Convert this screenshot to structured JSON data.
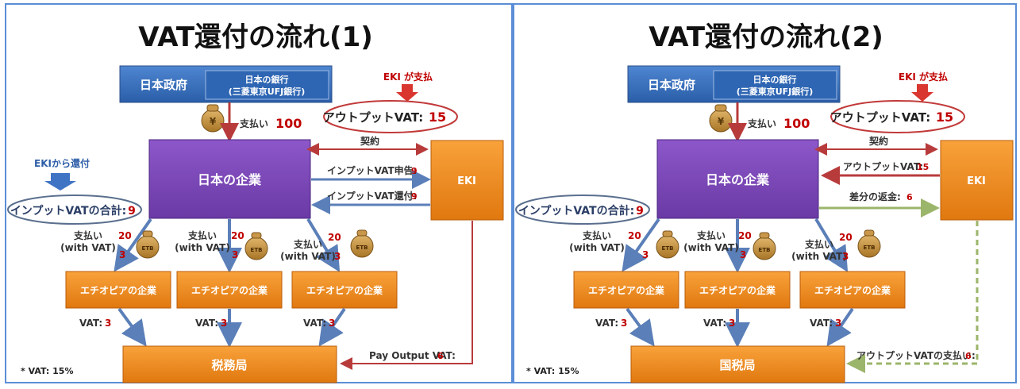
{
  "left": {
    "title": "VAT還付の流れ(1)",
    "govt": "日本政府",
    "bank_line1": "日本の銀行",
    "bank_line2": "(三菱東京UFJ銀行)",
    "eki_pays": "EKI が支払",
    "payment_label": "支払い",
    "payment_amount": "100",
    "output_vat_label": "アウトプットVAT:",
    "output_vat_value": "15",
    "contract": "契約",
    "japan_company": "日本の企業",
    "eki": "EKI",
    "arrow_mid_1": "インプットVAT申告:",
    "arrow_mid_1_val": "9",
    "arrow_mid_2": "インプットVAT還付:",
    "arrow_mid_2_val": "9",
    "refund_from_eki": "EKIから還付",
    "input_vat_total_label": "インプットVATの合計:",
    "input_vat_total_value": "9",
    "payments": [
      {
        "line1": "支払い",
        "line2": "(with VAT)",
        "amt": "20",
        "vat": "3"
      },
      {
        "line1": "支払い",
        "line2": "(with VAT)",
        "amt": "20",
        "vat": "3"
      },
      {
        "line1": "支払い",
        "line2": "(with VAT)",
        "amt": "20",
        "vat": "3"
      }
    ],
    "etb": "ETB",
    "ethiopian_company": "エチオピアの企業",
    "vat_label": "VAT:",
    "vat_value": "3",
    "tax_office": "税務局",
    "bottom_arrow_label": "Pay Output VAT:",
    "bottom_arrow_value": "6",
    "footnote": "* VAT: 15%"
  },
  "right": {
    "title": "VAT還付の流れ(2)",
    "govt": "日本政府",
    "bank_line1": "日本の銀行",
    "bank_line2": "(三菱東京UFJ銀行)",
    "eki_pays": "EKI が支払",
    "payment_label": "支払い",
    "payment_amount": "100",
    "output_vat_label": "アウトプットVAT:",
    "output_vat_value": "15",
    "contract": "契約",
    "japan_company": "日本の企業",
    "eki": "EKI",
    "arrow_mid_1": "アウトプットVAT:",
    "arrow_mid_1_val": "15",
    "arrow_mid_2": "差分の返金:",
    "arrow_mid_2_val": "6",
    "input_vat_total_label": "インプットVATの合計:",
    "input_vat_total_value": "9",
    "payments": [
      {
        "line1": "支払い",
        "line2": "(with VAT)",
        "amt": "20",
        "vat": "3"
      },
      {
        "line1": "支払い",
        "line2": "(with VAT)",
        "amt": "20",
        "vat": "3"
      },
      {
        "line1": "支払い",
        "line2": "(with VAT)",
        "amt": "20",
        "vat": "3"
      }
    ],
    "etb": "ETB",
    "ethiopian_company": "エチオピアの企業",
    "vat_label": "VAT:",
    "vat_value": "3",
    "tax_office": "国税局",
    "bottom_arrow_label": "アウトプットVATの支払い:",
    "bottom_arrow_value": "6",
    "footnote": "* VAT: 15%"
  }
}
